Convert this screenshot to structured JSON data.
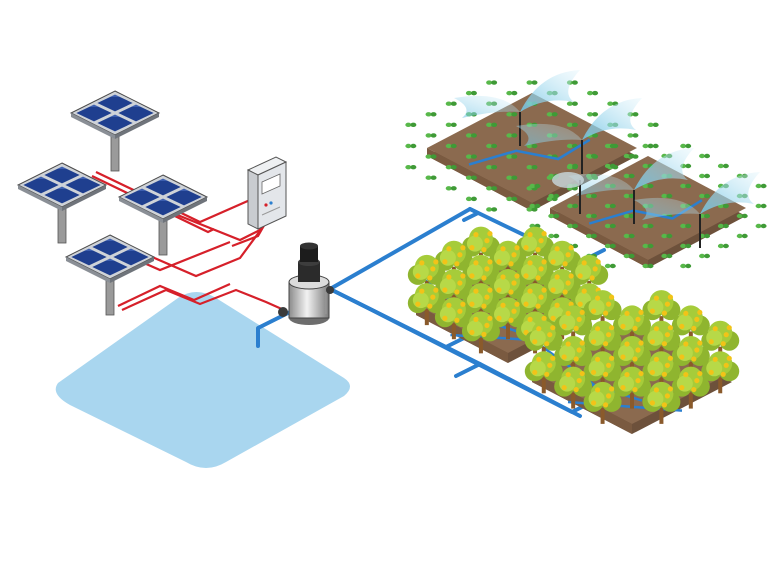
{
  "diagram": {
    "type": "solar-powered irrigation system illustration",
    "components": {
      "solar_panels": {
        "count": 4,
        "icon": "solar-panel-icon"
      },
      "controller": {
        "count": 1,
        "icon": "control-box-icon"
      },
      "pump": {
        "count": 1,
        "icon": "water-pump-icon"
      },
      "reservoir": {
        "count": 1,
        "icon": "pond-icon"
      },
      "sprinkler_fields": {
        "count": 2,
        "sprinklers_per_field": 2,
        "icon": "sprinkler-icon"
      },
      "orchard_plots": {
        "count": 2,
        "icon": "tree-icon"
      }
    },
    "colors": {
      "water": "#a9d6ef",
      "pipe": "#2b7fcf",
      "cable": "#d6202a",
      "soil": "#8b6a4f",
      "panel": "#1f3f8f",
      "tree_canopy": "#a6cc3a",
      "fruit": "#f2c318",
      "seedling": "#58b84a",
      "spray": "#8fd4ea"
    }
  }
}
